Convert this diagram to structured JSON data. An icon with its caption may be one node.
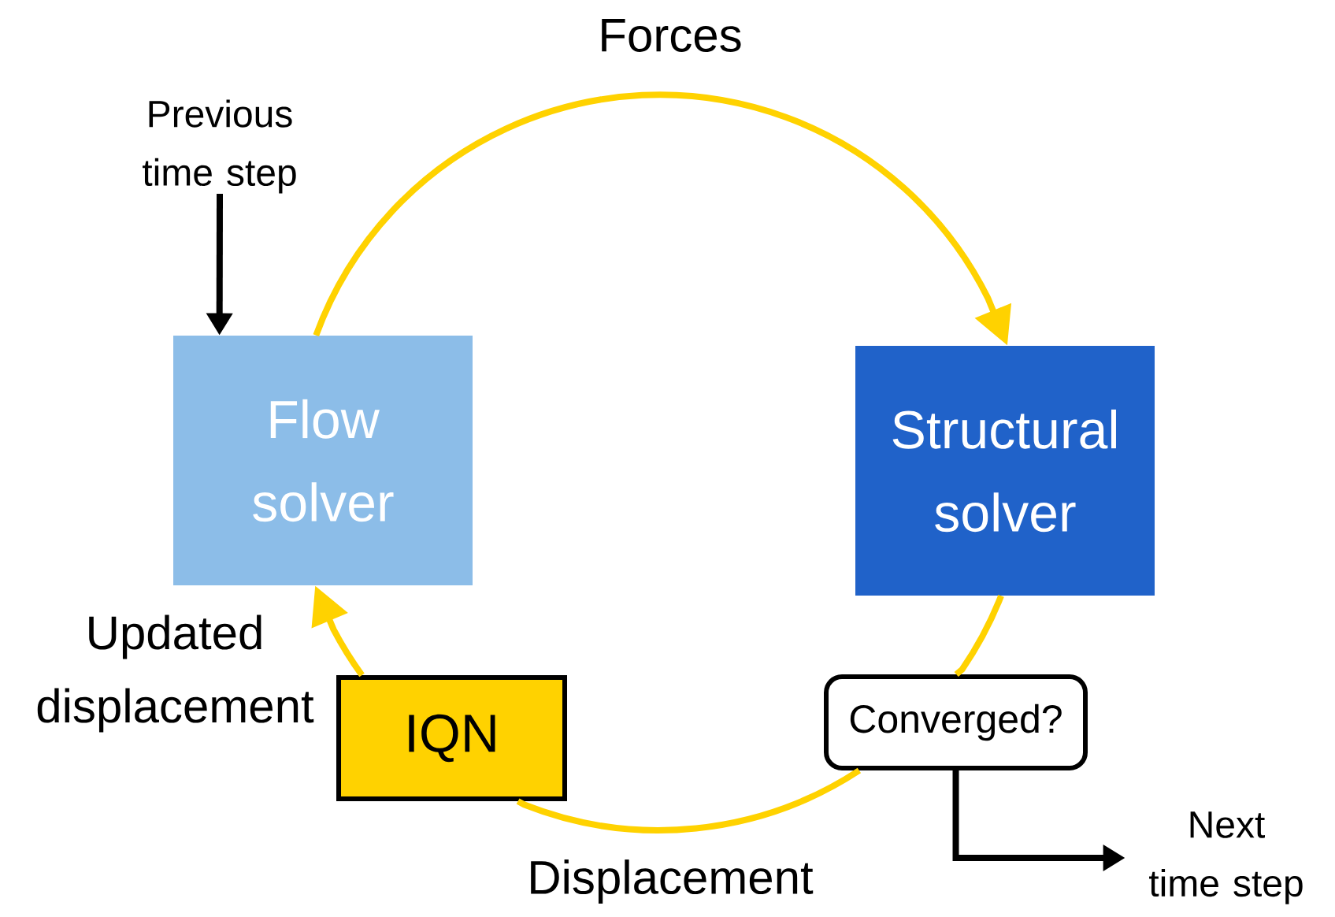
{
  "diagram": {
    "nodes": [
      {
        "text": [
          "Flow solver"
        ]
      },
      {
        "text": [
          "Structural solver"
        ]
      },
      {
        "text": [
          "IQN"
        ]
      },
      {
        "text": [
          "Converged?"
        ]
      },
      {
        "text": [
          "Previous time step"
        ]
      },
      {
        "text": [
          "Next time step"
        ]
      }
    ],
    "edges": [
      {
        "from": 0,
        "to": 1,
        "arrow": "to",
        "label": "Forces"
      },
      {
        "from": 1,
        "to": 3,
        "arrow": "none"
      },
      {
        "from": 3,
        "to": 2,
        "arrow": "none",
        "label": "Displacement"
      },
      {
        "from": 2,
        "to": 0,
        "arrow": "to",
        "label": "Updated displacement"
      },
      {
        "from": 4,
        "to": 0,
        "arrow": "to",
        "color": "#000000"
      },
      {
        "from": 3,
        "to": 5,
        "arrow": "to",
        "color": "#000000"
      }
    ]
  }
}
